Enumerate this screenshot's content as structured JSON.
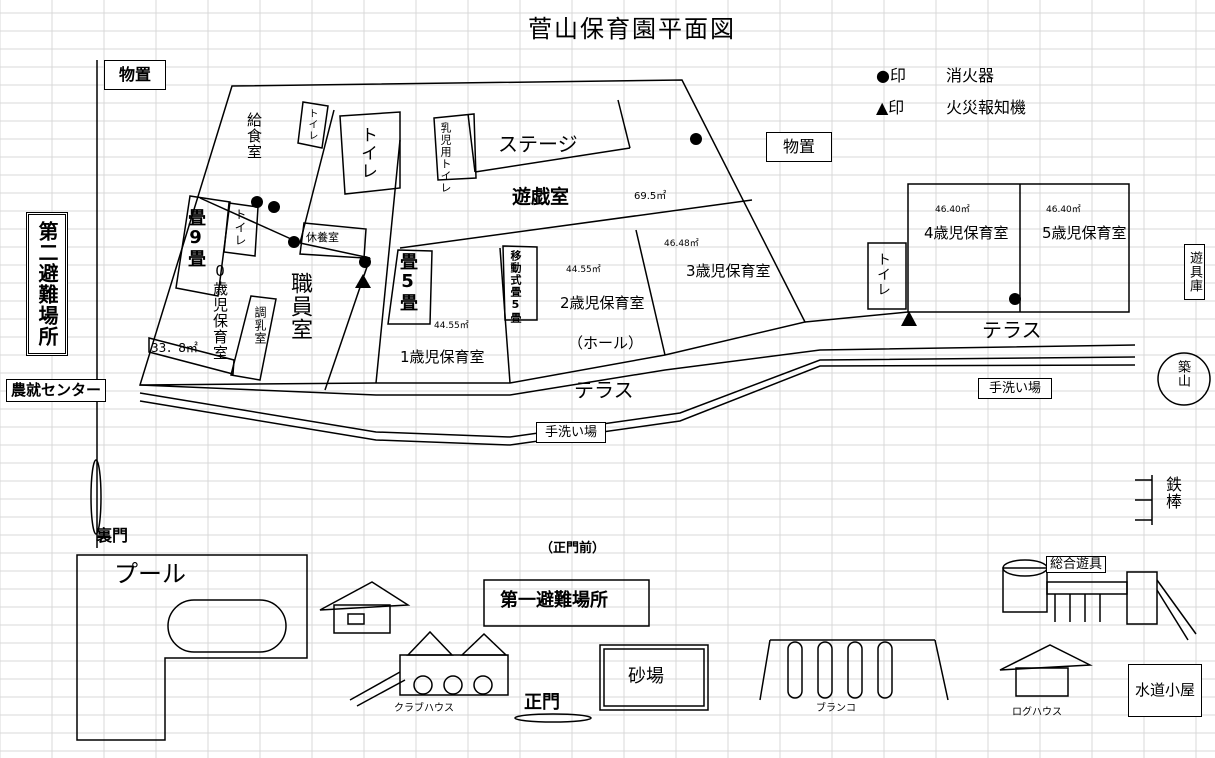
{
  "title": "菅山保育園平面図",
  "legend": {
    "extinguisher_mark": "●印",
    "extinguisher_label": "消火器",
    "alarm_mark": "▲印",
    "alarm_label": "火災報知機"
  },
  "rooms": {
    "storage_topleft": "物置",
    "storage_center": "物置",
    "kitchen": "給食室",
    "toilet_kitchen": "トイレ",
    "toilet_large": "トイレ",
    "infant_toilet": "乳児用トイレ",
    "stage": "ステージ",
    "playroom": "遊戯室",
    "playroom_area": "69.5㎡",
    "tatami9": "畳9畳",
    "toilet_small": "トイレ",
    "rest_room": "休養室",
    "zero_year": "0歳児保育室",
    "milk_room": "調乳室",
    "staff_room": "職員室",
    "zero_area": "33．8㎡",
    "tatami5": "畳5畳",
    "one_year_area": "44.55㎡",
    "one_year": "1歳児保育室",
    "movable_tatami": "移動式畳5畳",
    "two_year_area": "44.55㎡",
    "two_year": "2歳児保育室",
    "two_year_hall": "（ホール）",
    "three_year_area": "46.48㎡",
    "three_year": "3歳児保育室",
    "toilet_right": "トイレ",
    "four_year_area": "46.40㎡",
    "four_year": "4歳児保育室",
    "five_year_area": "46.40㎡",
    "five_year": "5歳児保育室"
  },
  "terrace": {
    "left": "テラス",
    "right": "テラス",
    "handwash_left": "手洗い場",
    "handwash_right": "手洗い場"
  },
  "outside": {
    "second_evac": "第二避難場所",
    "agri_center": "農就センター",
    "back_gate": "裏門",
    "pool": "プール",
    "front_gate_note": "（正門前）",
    "first_evac": "第一避難場所",
    "sandbox": "砂場",
    "front_gate": "正門",
    "clubhouse": "クラブハウス",
    "swing": "ブランコ",
    "log_house": "ログハウス",
    "water_hut": "水道小屋",
    "combined_play": "総合遊具",
    "iron_bar": "鉄棒",
    "play_storage": "遊具庫",
    "mound": "築山"
  },
  "colors": {
    "line": "#000000",
    "grid": "#d9d9d9",
    "background": "#ffffff"
  }
}
